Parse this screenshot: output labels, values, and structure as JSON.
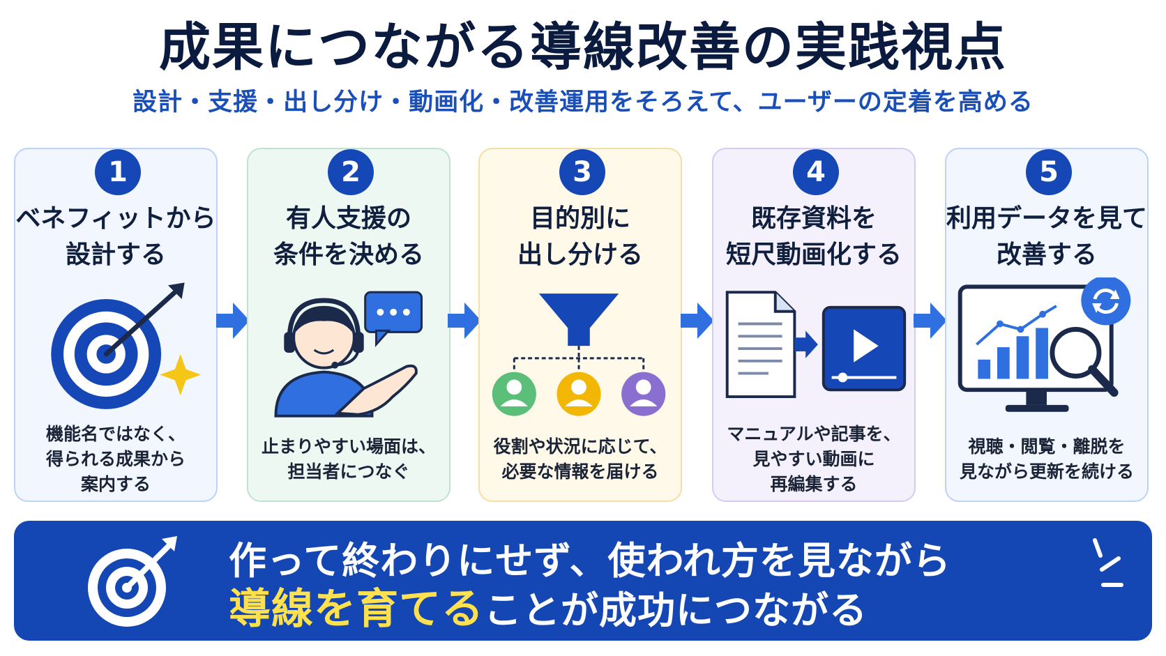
{
  "title": "成果につながる導線改善の実践視点",
  "subtitle": "設計・支援・出し分け・動画化・改善運用をそろえて、ユーザーの定着を高める",
  "colors": {
    "primary": "#1547b6",
    "highlight": "#ffe14d",
    "star": "#f5c518",
    "green": "#5bbf7a",
    "yellow": "#f2b705",
    "purple": "#8a6fd0"
  },
  "steps": [
    {
      "number": "1",
      "heading": [
        "ベネフィットから",
        "設計する"
      ],
      "description": [
        "機能名ではなく、",
        "得られる成果から",
        "案内する"
      ],
      "icon": "target-icon"
    },
    {
      "number": "2",
      "heading": [
        "有人支援の",
        "条件を決める"
      ],
      "description": [
        "止まりやすい場面は、",
        "担当者につなぐ"
      ],
      "icon": "headset-support-icon"
    },
    {
      "number": "3",
      "heading": [
        "目的別に",
        "出し分ける"
      ],
      "description": [
        "役割や状況に応じて、",
        "必要な情報を届ける"
      ],
      "icon": "funnel-icon"
    },
    {
      "number": "4",
      "heading": [
        "既存資料を",
        "短尺動画化する"
      ],
      "description": [
        "マニュアルや記事を、",
        "見やすい動画に",
        "再編集する"
      ],
      "icon": "document-to-video-icon"
    },
    {
      "number": "5",
      "heading": [
        "利用データを見て",
        "改善する"
      ],
      "description": [
        "視聴・閲覧・離脱を",
        "見ながら更新を続ける"
      ],
      "icon": "analytics-monitor-icon"
    }
  ],
  "banner": {
    "line1": "作って終わりにせず、使われ方を見ながら",
    "line2_highlight": "導線を育てる",
    "line2_rest": "ことが成功につながる",
    "icon": "target-icon"
  }
}
